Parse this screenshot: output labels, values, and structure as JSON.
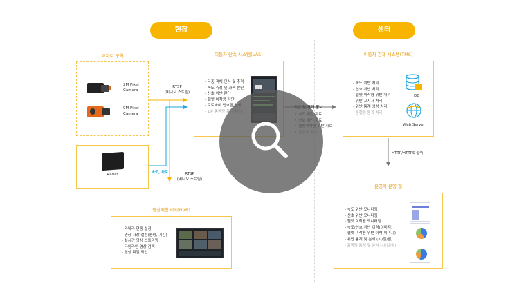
{
  "header": {
    "site_label": "현장",
    "center_label": "센터"
  },
  "colors": {
    "accent": "#f7b500",
    "box_border": "#f6c64a",
    "line_orange": "#f7b500",
    "line_cyan": "#1aa7e0",
    "overlay": "#5a5a5a"
  },
  "overlay": {
    "icon": "search-icon"
  },
  "camera_area": {
    "title": "교차로 구역",
    "cameras": [
      {
        "label_line1": "2M Pixel",
        "label_line2": "Camera",
        "icon": "camera-icon"
      },
      {
        "label_line1": "9M Pixel",
        "label_line2": "Camera",
        "icon": "camera-icon"
      }
    ]
  },
  "radar": {
    "label": "Radar",
    "icon": "radar-icon"
  },
  "connections": {
    "rtsp_top_line1": "RTSP",
    "rtsp_top_line2": "(비디오 스트림)",
    "speed_lane": "속도, 차로",
    "rtsp_bottom_line1": "RTSP",
    "rtsp_bottom_line2": "(비디오 스트림)",
    "violation_stats": "위반 및 통계 정보",
    "http": "HTTP/HTTPS 접속"
  },
  "vas": {
    "title": "이동차 단속 시스템(VAS)",
    "items": [
      "다중 객체 인식 및 추적",
      "속도 측정 및 과속 판단",
      "신호 위반 판단",
      "헬멧 미착용 판단",
      "오토바이 번호판 인식"
    ],
    "muted_item": "1분 통행량 통계(측정)"
  },
  "violation_list": {
    "items": [
      "속도 위반 자료",
      "신호 위반 자료",
      "헬멧미착용 위반 자료"
    ],
    "muted_item": "통행량 통계"
  },
  "nvr": {
    "title": "영상저장서버(NVR)",
    "items": [
      "카메라 연동 설정",
      "영상 저장 설정(용량, 기간)",
      "실시간 영상 스트리밍",
      "타임라인 영상 검색",
      "영상 파일 백업"
    ]
  },
  "tms": {
    "title": "이동차 관제 시스템(TMS)",
    "items": [
      "속도 위반 처리",
      "신호 위반 처리",
      "헬멧 미착용 위반 처리",
      "위반 고지서 처리",
      "위반 통계 생성 처리"
    ],
    "muted_item": "통행량 통계 처리",
    "db_label": "DB",
    "web_label": "Web Server"
  },
  "web_app": {
    "title": "운영자 운영 웹",
    "items": [
      "속도 위반 모니터링",
      "신호 위반 모니터링",
      "헬멧 미착용 모니터링",
      "속도/신호 위반 이력(이미지)",
      "헬멧 미착용 위반 이력(이미지)",
      "위반 통계 및 분석 (시/일/월)"
    ],
    "muted_item": "통행량 통계 및 분석 (시/일/월)"
  }
}
